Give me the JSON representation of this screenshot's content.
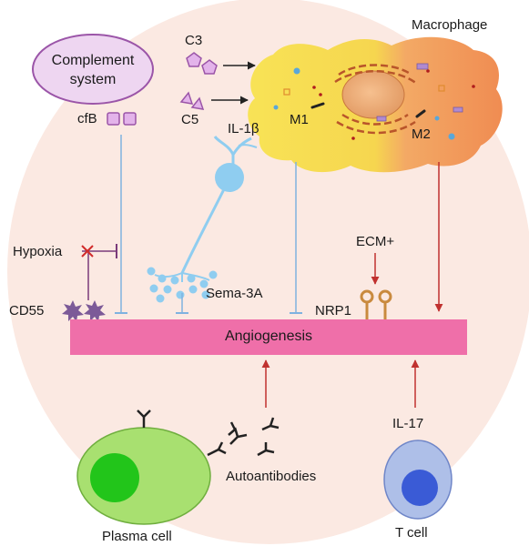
{
  "complement": {
    "line1": "Complement",
    "line2": "system"
  },
  "labels": {
    "c3": "C3",
    "c5": "C5",
    "macrophage": "Macrophage",
    "m1": "M1",
    "m2": "M2",
    "cfb": "cfB",
    "il1b": "IL-1β",
    "hypoxia": "Hypoxia",
    "cd55": "CD55",
    "sema3a": "Sema-3A",
    "ecm": "ECM+",
    "nrp1": "NRP1",
    "angiogenesis": "Angiogenesis",
    "il17": "IL-17",
    "autoantibodies": "Autoantibodies",
    "plasma_cell": "Plasma cell",
    "t_cell": "T cell"
  },
  "colors": {
    "background_halo": "#fbe9e2",
    "complement_fill": "#eed6f1",
    "complement_stroke": "#9b55a8",
    "complement_particle": "#d6a2e0",
    "inhibit_line": "#7fb2e0",
    "activate_arrow": "#c0312f",
    "angiogenesis_bar": "#ef6fa9",
    "macrophage_m1": "#f7de4a",
    "macrophage_m2": "#f29a5a",
    "nrp1": "#c98a3e",
    "cd55": "#7c5a98",
    "plasma_cell": "#a8e070",
    "plasma_nucleus": "#22c51a",
    "t_cell": "#aebfe8",
    "t_nucleus": "#3a5bd6",
    "neuron": "#8fcdf0"
  }
}
